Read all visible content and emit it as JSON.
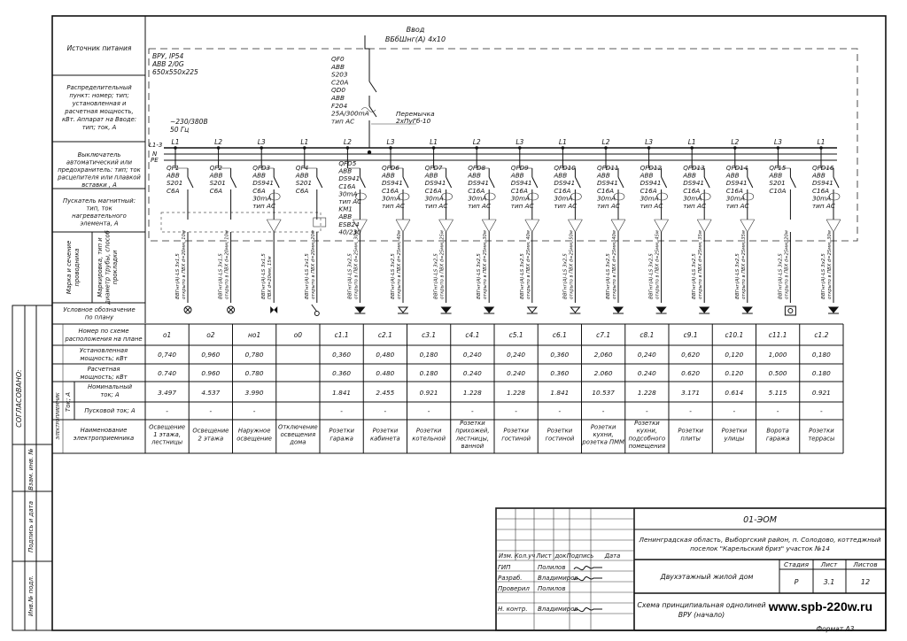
{
  "header": {
    "input_title": "Ввод",
    "input_cable": "ВБбШнг(А) 4х10",
    "panel": [
      "ВРУ, IP54",
      "ABB 2/0G",
      "650х550х225"
    ],
    "voltage": [
      "~230/380В",
      "50 Гц"
    ],
    "main_breaker": [
      "QF0",
      "ABB",
      "S203",
      "C20A",
      "QD0",
      "ABB",
      "F204",
      "25A/300mA",
      "тип AC"
    ],
    "jumper": [
      "Перемычка",
      "2хПуГб-10"
    ],
    "buses": [
      "L1-3",
      "N",
      "PE"
    ]
  },
  "left_labels": {
    "source": "Источник питания",
    "distribution": [
      "Распределительный",
      "пункт: номер; тип;",
      "установленная и",
      "расчетная мощность,",
      "кВт. Аппарат на Вводе:",
      "тип; ток, А"
    ],
    "breakers": [
      "Выключатель",
      "автоматический или",
      "предохранитель: тип; ток",
      "расцепителя или плавкой",
      "вставки , А"
    ],
    "starter": [
      "Пускатель магнитный:",
      "тип, ток",
      "нагревательного",
      "элемента, А"
    ],
    "cable_mark": [
      "Марка и сечение",
      "проводника"
    ],
    "pipe_mark": [
      "Маркировка, тип и",
      "диаметр трубы, способ",
      "прокладки"
    ],
    "symbol": [
      "Условное обозначение",
      "по плану"
    ],
    "plan_no": [
      "Номер по схеме",
      "расположения на плане"
    ],
    "installed": [
      "Установленная",
      "мощность; кВт"
    ],
    "calc": [
      "Расчетная",
      "мощность; кВт"
    ],
    "current_group": "Ток; А",
    "nominal": [
      "Номинальный",
      "ток; А"
    ],
    "start_current": "Пусковой ток; А",
    "consumer": [
      "Наименование",
      "электроприемника"
    ],
    "side_electric": "ЭЛЕКТРОПРИЕМНИК"
  },
  "circuits": [
    {
      "phase": "L1",
      "breaker": [
        "QF1",
        "ABB",
        "S201",
        "C6A"
      ],
      "cable": "ВВГнг(А)-LS 3х1,5",
      "pipe": "открыто в ПВХ d=20мм, 10м",
      "symbol": "x",
      "plan": "о1",
      "installed": "0,740",
      "calc": "0.740",
      "nominal": "3.497",
      "start": "-",
      "name": [
        "Освещение",
        "1 этажа,",
        "лестницы"
      ]
    },
    {
      "phase": "L2",
      "breaker": [
        "QF2",
        "ABB",
        "S201",
        "C6A"
      ],
      "cable": "ВВГнг(А)-LS 3х1,5",
      "pipe": "открыто в ПВХ d=20мм, 10м",
      "symbol": "x",
      "plan": "о2",
      "installed": "0,960",
      "calc": "0.960",
      "nominal": "4.537",
      "start": "-",
      "name": [
        "Освещение",
        "2 этажа"
      ]
    },
    {
      "phase": "L3",
      "breaker": [
        "QFD3",
        "ABB",
        "DS941",
        "C6A",
        "30mA",
        "тип AC"
      ],
      "cable": "ВВГнг(А)-LS 3х1,5",
      "pipe": "ПВХ d=20мм, 15м",
      "symbol": "bowtie",
      "plan": "но1",
      "installed": "0,780",
      "calc": "0.780",
      "nominal": "3.990",
      "start": "-",
      "name": [
        "Наружное",
        "освещение"
      ]
    },
    {
      "phase": "L1",
      "breaker": [
        "QF4",
        "ABB",
        "S201",
        "C6A"
      ],
      "cable": "ВВГнг(А)-LS 2х1,5",
      "pipe": "открыто в ПВХ d=20мм, 20м",
      "symbol": "switch",
      "plan": "о0",
      "installed": "",
      "calc": "",
      "nominal": "",
      "start": "",
      "name": [
        "Отключение",
        "освещения",
        "дома"
      ]
    },
    {
      "phase": "L2",
      "breaker": [
        "QFD5",
        "ABB",
        "DS941",
        "C16A",
        "30mA",
        "тип AC",
        "KM1",
        "ABB",
        "ESB24",
        "40/230"
      ],
      "cable": "ВВГнг(А)-LS 3х2,5",
      "pipe": "открыто в ПВХ d=25мм, 30м",
      "symbol": "socket",
      "plan": "с1.1",
      "installed": "0,360",
      "calc": "0.360",
      "nominal": "1.841",
      "start": "-",
      "name": [
        "Розетки",
        "гаража"
      ]
    },
    {
      "phase": "L3",
      "breaker": [
        "QFD6",
        "ABB",
        "DS941",
        "C16A",
        "30mA",
        "тип AC"
      ],
      "cable": "ВВГнг(А)-LS 3х2,5",
      "pipe": "открыто в ПВХ d=25мм, 40м",
      "symbol": "socket-open",
      "plan": "с2.1",
      "installed": "0,480",
      "calc": "0.480",
      "nominal": "2.455",
      "start": "-",
      "name": [
        "Розетки",
        "кабинета"
      ]
    },
    {
      "phase": "L1",
      "breaker": [
        "QFD7",
        "ABB",
        "DS941",
        "C16A",
        "30mA",
        "тип AC"
      ],
      "cable": "ВВГнг(А)-LS 3х2,5",
      "pipe": "открыто в ПВХ d=25мм, 25м",
      "symbol": "socket",
      "plan": "с3.1",
      "installed": "0,180",
      "calc": "0.180",
      "nominal": "0.921",
      "start": "-",
      "name": [
        "Розетки",
        "котельной"
      ]
    },
    {
      "phase": "L2",
      "breaker": [
        "QFD8",
        "ABB",
        "DS941",
        "C16A",
        "30mA",
        "тип AC"
      ],
      "cable": "ВВГнг(А)-LS 3х2,5",
      "pipe": "открыто в ПВХ d=25мм, 30м",
      "symbol": "socket",
      "plan": "с4.1",
      "installed": "0,240",
      "calc": "0.240",
      "nominal": "1.228",
      "start": "-",
      "name": [
        "Розетки",
        "прихожей,",
        "лестницы,",
        "ванной"
      ]
    },
    {
      "phase": "L3",
      "breaker": [
        "QFD9",
        "ABB",
        "DS941",
        "C16A",
        "30mA",
        "тип AC"
      ],
      "cable": "ВВГнг(А)-LS 3х2,5",
      "pipe": "открыто в ПВХ d=25мм, 40м",
      "symbol": "socket-open",
      "plan": "с5.1",
      "installed": "0,240",
      "calc": "0.240",
      "nominal": "1.228",
      "start": "-",
      "name": [
        "Розетки",
        "гостиной"
      ]
    },
    {
      "phase": "L1",
      "breaker": [
        "QFD10",
        "ABB",
        "DS941",
        "C16A",
        "30mA",
        "тип AC"
      ],
      "cable": "ВВГнг(А)-LS 3х2,5",
      "pipe": "открыто в ПВХ d=25мм, 50м",
      "symbol": "socket-open",
      "plan": "с6.1",
      "installed": "0,360",
      "calc": "0.360",
      "nominal": "1.841",
      "start": "-",
      "name": [
        "Розетки",
        "гостиной"
      ]
    },
    {
      "phase": "L2",
      "breaker": [
        "QFD11",
        "ABB",
        "DS941",
        "C16A",
        "30mA",
        "тип AC"
      ],
      "cable": "ВВГнг(А)-LS 3х2,5",
      "pipe": "открыто в ПВХ d=25мм, 40м",
      "symbol": "socket",
      "plan": "с7.1",
      "installed": "2,060",
      "calc": "2.060",
      "nominal": "10.537",
      "start": "-",
      "name": [
        "Розетки",
        "кухни,",
        "розетка ПММ"
      ]
    },
    {
      "phase": "L3",
      "breaker": [
        "QFD12",
        "ABB",
        "DS941",
        "C16A",
        "30mA",
        "тип AC"
      ],
      "cable": "ВВГнг(А)-LS 3х2,5",
      "pipe": "открыто в ПВХ d=25мм, 45м",
      "symbol": "socket",
      "plan": "с8.1",
      "installed": "0,240",
      "calc": "0.240",
      "nominal": "1.228",
      "start": "-",
      "name": [
        "Розетки",
        "кухни,",
        "подсобного",
        "помещения"
      ]
    },
    {
      "phase": "L1",
      "breaker": [
        "QFD13",
        "ABB",
        "DS941",
        "C16A",
        "30mA",
        "тип AC"
      ],
      "cable": "ВВГнг(А)-LS 3х2,5",
      "pipe": "открыто в ПВХ d=25мм, 35м",
      "symbol": "socket",
      "plan": "с9.1",
      "installed": "0,620",
      "calc": "0.620",
      "nominal": "3.171",
      "start": "-",
      "name": [
        "Розетки",
        "плиты"
      ]
    },
    {
      "phase": "L2",
      "breaker": [
        "QFD14",
        "ABB",
        "DS941",
        "C16A",
        "30mA",
        "тип AC"
      ],
      "cable": "ВВГнг(А)-LS 3х2,5",
      "pipe": "открыто в ПВХ d=25мм, 35м",
      "symbol": "socket",
      "plan": "с10.1",
      "installed": "0,120",
      "calc": "0.120",
      "nominal": "0.614",
      "start": "-",
      "name": [
        "Розетки",
        "улицы"
      ]
    },
    {
      "phase": "L3",
      "breaker": [
        "QF15",
        "ABB",
        "S201",
        "C10A"
      ],
      "cable": "ВВГнг(А)-LS 3х2,5",
      "pipe": "открыто в ПВХ d=25мм, 20м",
      "symbol": "gate",
      "plan": "с11.1",
      "installed": "1,000",
      "calc": "0.500",
      "nominal": "5.115",
      "start": "-",
      "name": [
        "Ворота",
        "гаража"
      ]
    },
    {
      "phase": "L1",
      "breaker": [
        "QFD16",
        "ABB",
        "DS941",
        "C16A",
        "30mA",
        "тип AC"
      ],
      "cable": "ВВГнг(А)-LS 3х2,5",
      "pipe": "открыто в ПВХ d=25мм, 30м",
      "symbol": "socket",
      "plan": "с1.2",
      "installed": "0,180",
      "calc": "0.180",
      "nominal": "0.921",
      "start": "-",
      "name": [
        "Розетки",
        "террасы"
      ]
    }
  ],
  "side_stamps": [
    "СОГЛАСОВАНО:",
    "Взам. инв. №",
    "Подпись и дата",
    "Инв.№ подл."
  ],
  "title_block": {
    "code": "01-ЭОМ",
    "address": [
      "Ленинградская область, Выборгский район, п. Солодово, коттеджный",
      "поселок \"Карельский бриз\" участок №14"
    ],
    "columns": [
      "Изм.",
      "Кол.уч",
      "Лист",
      "док.",
      "Подпись",
      "Дата"
    ],
    "roles": [
      {
        "role": "ГИП",
        "name": "Полилов"
      },
      {
        "role": "Разраб.",
        "name": "Владимиров"
      },
      {
        "role": "Проверил",
        "name": "Полилов"
      },
      {
        "role": "",
        "name": ""
      },
      {
        "role": "Н. контр.",
        "name": "Владимиров"
      }
    ],
    "object": "Двухэтажный жилой дом",
    "stage_label": "Стадия",
    "sheet_label": "Лист",
    "sheets_label": "Листов",
    "stage": "Р",
    "sheet": "3.1",
    "sheets": "12",
    "drawing_title": [
      "Схема принципиальная однолиней",
      "ВРУ (начало)"
    ],
    "format": "Формат А3"
  },
  "watermark": "www.spb-220w.ru"
}
